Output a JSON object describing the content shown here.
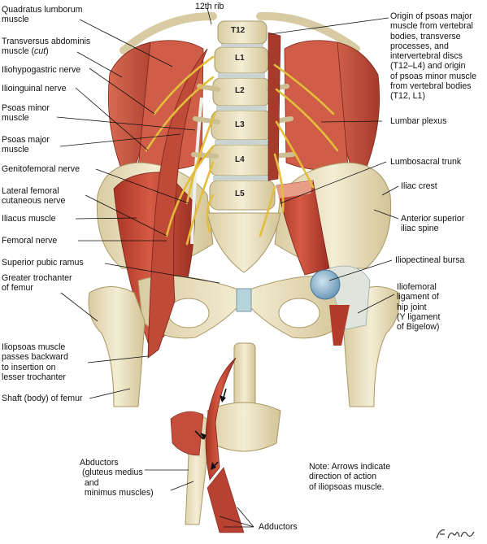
{
  "labels": {
    "quadratus_lumborum": "Quadratus lumborum",
    "muscle_1": "muscle",
    "rib_12": "12th rib",
    "transversus": "Transversus abdominis",
    "transversus_2a": "muscle (",
    "transversus_cut": "cut",
    "transversus_2b": ")",
    "iliohypogastric": "Iliohypogastric nerve",
    "ilioinguinal": "Ilioinguinal nerve",
    "psoas_minor_1": "Psoas minor",
    "psoas_minor_2": "muscle",
    "psoas_major_1": "Psoas major",
    "psoas_major_2": "muscle",
    "genitofemoral": "Genitofemoral nerve",
    "lateral_fem_1": "Lateral femoral",
    "lateral_fem_2": "cutaneous nerve",
    "iliacus": "Iliacus muscle",
    "femoral_nerve": "Femoral nerve",
    "sup_pubic": "Superior pubic ramus",
    "greater_troch_1": "Greater trochanter",
    "greater_troch_2": "of femur",
    "iliopsoas_1": "Iliopsoas muscle",
    "iliopsoas_2": "passes backward",
    "iliopsoas_3": "to insertion on",
    "iliopsoas_4": "lesser trochanter",
    "shaft": "Shaft (body) of femur",
    "origin_1": "Origin of psoas major",
    "origin_2": "muscle from vertebral",
    "origin_3": "bodies, transverse",
    "origin_4": "processes, and",
    "origin_5": "intervertebral discs",
    "origin_6": "(T12–L4) and origin",
    "origin_7": "of psoas minor muscle",
    "origin_8": "from vertebral bodies",
    "origin_9": "(T12, L1)",
    "lumbar_plexus": "Lumbar plexus",
    "lumbosacral": "Lumbosacral trunk",
    "iliac_crest": "Iliac crest",
    "asis_1": "Anterior superior",
    "asis_2": "iliac spine",
    "bursa": "Iliopectineal bursa",
    "iliofem_1": "Iliofemoral",
    "iliofem_2": "ligament of",
    "iliofem_3": "hip joint",
    "iliofem_4": "(Y ligament",
    "iliofem_5": "of Bigelow)",
    "abductors_1": "Abductors",
    "abductors_2": "(gluteus medius",
    "abductors_3": "and",
    "abductors_4": "minimus muscles)",
    "adductors": "Adductors",
    "note_1": "Note: Arrows indicate",
    "note_2": "direction of action",
    "note_3": "of iliopsoas muscle."
  },
  "vertebrae": [
    "T12",
    "L1",
    "L2",
    "L3",
    "L4",
    "L5"
  ],
  "signature": "F. Netter",
  "colors": {
    "bone": "#ece3c6",
    "bone_shadow": "#cdbf94",
    "muscle": "#c84a3a",
    "muscle_dark": "#8f2a20",
    "muscle_light": "#e07a62",
    "nerve": "#e9c547",
    "tendon": "#e9ece6",
    "bursa": "#8ab4cf",
    "leader": "#111111"
  }
}
